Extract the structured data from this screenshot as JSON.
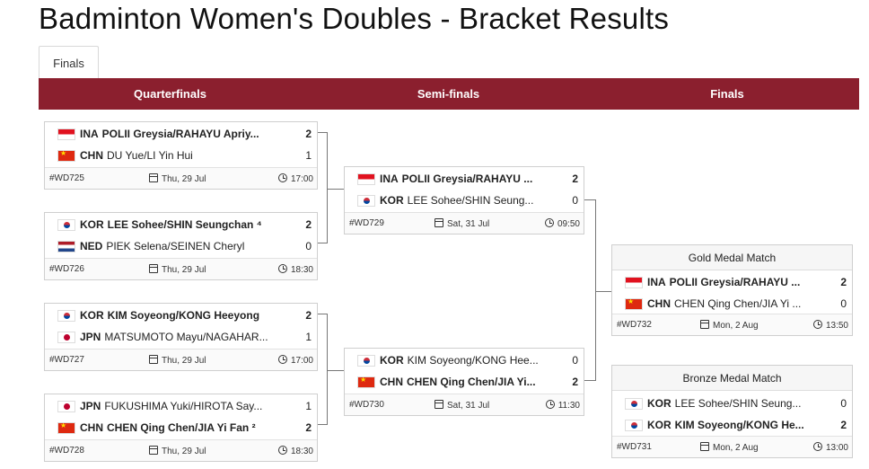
{
  "page": {
    "title": "Badminton Women's Doubles - Bracket Results"
  },
  "tabs": [
    {
      "label": "Finals"
    }
  ],
  "rounds": [
    "Quarterfinals",
    "Semi-finals",
    "Finals"
  ],
  "colors": {
    "accent": "#8b1f2e"
  },
  "matches": {
    "qf1": {
      "p1": {
        "flag": "ina",
        "code": "INA",
        "name": "POLII Greysia/RAHAYU Apriy...",
        "score": "2",
        "winner": true
      },
      "p2": {
        "flag": "chn",
        "code": "CHN",
        "name": "DU Yue/LI Yin Hui",
        "score": "1",
        "winner": false
      },
      "id": "#WD725",
      "date": "Thu, 29 Jul",
      "time": "17:00"
    },
    "qf2": {
      "p1": {
        "flag": "kor",
        "code": "KOR",
        "name": "LEE Sohee/SHIN Seungchan ⁴",
        "score": "2",
        "winner": true
      },
      "p2": {
        "flag": "ned",
        "code": "NED",
        "name": "PIEK Selena/SEINEN Cheryl",
        "score": "0",
        "winner": false
      },
      "id": "#WD726",
      "date": "Thu, 29 Jul",
      "time": "18:30"
    },
    "qf3": {
      "p1": {
        "flag": "kor",
        "code": "KOR",
        "name": "KIM Soyeong/KONG Heeyong",
        "score": "2",
        "winner": true
      },
      "p2": {
        "flag": "jpn",
        "code": "JPN",
        "name": "MATSUMOTO Mayu/NAGAHAR...",
        "score": "1",
        "winner": false
      },
      "id": "#WD727",
      "date": "Thu, 29 Jul",
      "time": "17:00"
    },
    "qf4": {
      "p1": {
        "flag": "jpn",
        "code": "JPN",
        "name": "FUKUSHIMA Yuki/HIROTA Say...",
        "score": "1",
        "winner": false
      },
      "p2": {
        "flag": "chn",
        "code": "CHN",
        "name": "CHEN Qing Chen/JIA Yi Fan ²",
        "score": "2",
        "winner": true
      },
      "id": "#WD728",
      "date": "Thu, 29 Jul",
      "time": "18:30"
    },
    "sf1": {
      "p1": {
        "flag": "ina",
        "code": "INA",
        "name": "POLII Greysia/RAHAYU ...",
        "score": "2",
        "winner": true
      },
      "p2": {
        "flag": "kor",
        "code": "KOR",
        "name": "LEE Sohee/SHIN Seung...",
        "score": "0",
        "winner": false
      },
      "id": "#WD729",
      "date": "Sat, 31 Jul",
      "time": "09:50"
    },
    "sf2": {
      "p1": {
        "flag": "kor",
        "code": "KOR",
        "name": "KIM Soyeong/KONG Hee...",
        "score": "0",
        "winner": false
      },
      "p2": {
        "flag": "chn",
        "code": "CHN",
        "name": "CHEN Qing Chen/JIA Yi...",
        "score": "2",
        "winner": true
      },
      "id": "#WD730",
      "date": "Sat, 31 Jul",
      "time": "11:30"
    },
    "gold": {
      "label": "Gold Medal Match",
      "p1": {
        "flag": "ina",
        "code": "INA",
        "name": "POLII Greysia/RAHAYU ...",
        "score": "2",
        "winner": true
      },
      "p2": {
        "flag": "chn",
        "code": "CHN",
        "name": "CHEN Qing Chen/JIA Yi ...",
        "score": "0",
        "winner": false
      },
      "id": "#WD732",
      "date": "Mon, 2 Aug",
      "time": "13:50"
    },
    "bronze": {
      "label": "Bronze Medal Match",
      "p1": {
        "flag": "kor",
        "code": "KOR",
        "name": "LEE Sohee/SHIN Seung...",
        "score": "0",
        "winner": false
      },
      "p2": {
        "flag": "kor",
        "code": "KOR",
        "name": "KIM Soyeong/KONG He...",
        "score": "2",
        "winner": true
      },
      "id": "#WD731",
      "date": "Mon, 2 Aug",
      "time": "13:00"
    }
  }
}
